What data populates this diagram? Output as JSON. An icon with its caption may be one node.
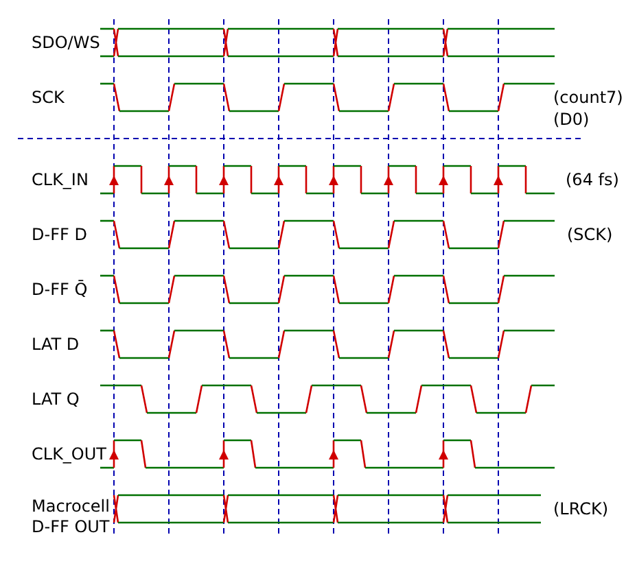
{
  "diagram": {
    "labels": [
      "SDO/WS",
      "SCK",
      "(count7)",
      "(D0)",
      "CLK_IN",
      "(64 fs)",
      "D-FF D",
      "(SCK)",
      "D-FF Q̄",
      "LAT D",
      "LAT Q",
      "CLK_OUT",
      "Macrocell D-FF OUT",
      "(LRCK)"
    ]
  }
}
